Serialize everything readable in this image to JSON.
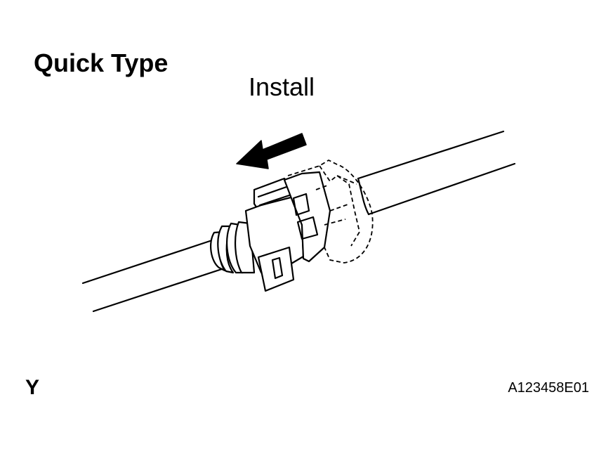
{
  "header": {
    "title": "Quick Type",
    "action_label": "Install"
  },
  "footer": {
    "corner_mark": "Y",
    "figure_id": "A123458E01"
  },
  "diagram": {
    "parts": [
      "pipe-left",
      "pipe-right",
      "hose-seal",
      "retainer-clip",
      "retainer-clip-installed-position",
      "install-direction-arrow"
    ],
    "icons": {
      "direction": "arrow-left-icon"
    },
    "colors": {
      "stroke": "#000000",
      "fill": "#ffffff"
    }
  }
}
